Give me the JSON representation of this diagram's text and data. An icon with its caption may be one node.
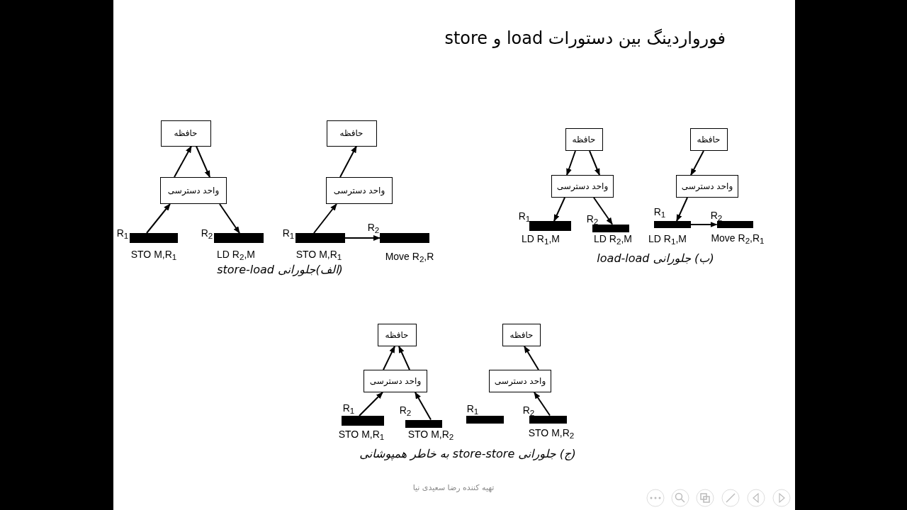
{
  "diagram": {
    "title": "فورواردینگ بین دستورات load و store",
    "nodes": [
      {
        "text": [
          "حافظه"
        ]
      },
      {
        "text": [
          "واحد دسترسی"
        ]
      },
      {
        "text": [],
        "shape": "bar",
        "beside": [
          "R$_{1}$",
          "STO M,R$_{1}$"
        ]
      },
      {
        "text": [],
        "shape": "bar",
        "beside": [
          "R$_{2}$",
          "LD R$_{2}$,M"
        ]
      },
      {
        "text": [
          "حافظه"
        ]
      },
      {
        "text": [
          "واحد دسترسی"
        ]
      },
      {
        "text": [],
        "shape": "bar",
        "beside": [
          "R$_{1}$",
          "STO M,R$_{1}$"
        ]
      },
      {
        "text": [],
        "shape": "bar",
        "beside": [
          "R$_{2}$",
          "Move R$_{2}$,R"
        ]
      },
      {
        "text": [
          "حافظه"
        ]
      },
      {
        "text": [
          "واحد دسترسی"
        ]
      },
      {
        "text": [],
        "shape": "bar",
        "beside": [
          "R$_{1}$",
          "LD R$_{1}$,M"
        ]
      },
      {
        "text": [],
        "shape": "bar",
        "beside": [
          "R$_{2}$",
          "LD R$_{2}$,M"
        ]
      },
      {
        "text": [
          "حافظه"
        ]
      },
      {
        "text": [
          "واحد دسترسی"
        ]
      },
      {
        "text": [],
        "shape": "bar",
        "beside": [
          "R$_{1}$",
          "LD R$_{1}$,M"
        ]
      },
      {
        "text": [],
        "shape": "bar",
        "beside": [
          "R$_{2}$",
          "Move R$_{2}$,R$_{1}$"
        ]
      },
      {
        "text": [
          "حافظه"
        ]
      },
      {
        "text": [
          "واحد دسترسی"
        ]
      },
      {
        "text": [],
        "shape": "bar",
        "beside": [
          "R$_{1}$",
          "STO M,R$_{1}$"
        ]
      },
      {
        "text": [],
        "shape": "bar",
        "beside": [
          "R$_{2}$",
          "STO M,R$_{2}$"
        ]
      },
      {
        "text": [
          "حافظه"
        ]
      },
      {
        "text": [
          "واحد دسترسی"
        ]
      },
      {
        "text": [],
        "shape": "bar",
        "beside": [
          "R$_{1}$"
        ]
      },
      {
        "text": [],
        "shape": "bar",
        "beside": [
          "R$_{2}$",
          "STO M,R$_{2}$"
        ]
      }
    ],
    "edges": [
      {
        "from": 2,
        "to": 1,
        "arrow": "to"
      },
      {
        "from": 1,
        "to": 0,
        "arrow": "to"
      },
      {
        "from": 0,
        "to": 1,
        "arrow": "to"
      },
      {
        "from": 1,
        "to": 3,
        "arrow": "to"
      },
      {
        "from": 6,
        "to": 5,
        "arrow": "to"
      },
      {
        "from": 5,
        "to": 4,
        "arrow": "to"
      },
      {
        "from": 6,
        "to": 7,
        "arrow": "to"
      },
      {
        "from": 8,
        "to": 9,
        "arrow": "to"
      },
      {
        "from": 8,
        "to": 9,
        "arrow": "to"
      },
      {
        "from": 9,
        "to": 10,
        "arrow": "to"
      },
      {
        "from": 9,
        "to": 11,
        "arrow": "to"
      },
      {
        "from": 12,
        "to": 13,
        "arrow": "to"
      },
      {
        "from": 13,
        "to": 14,
        "arrow": "to"
      },
      {
        "from": 14,
        "to": 15,
        "arrow": "to"
      },
      {
        "from": 18,
        "to": 17,
        "arrow": "to"
      },
      {
        "from": 17,
        "to": 16,
        "arrow": "to"
      },
      {
        "from": 17,
        "to": 16,
        "arrow": "to"
      },
      {
        "from": 19,
        "to": 17,
        "arrow": "to"
      },
      {
        "from": 21,
        "to": 20,
        "arrow": "to"
      },
      {
        "from": 23,
        "to": 21,
        "arrow": "to"
      }
    ],
    "labels": [
      "(الف)جلورانی store-load",
      "(ب) جلورانی load-load",
      "(ج) جلورانی store-store به خاطر همپوشانی",
      "تهیه کننده رضا سعیدی نیا"
    ]
  }
}
